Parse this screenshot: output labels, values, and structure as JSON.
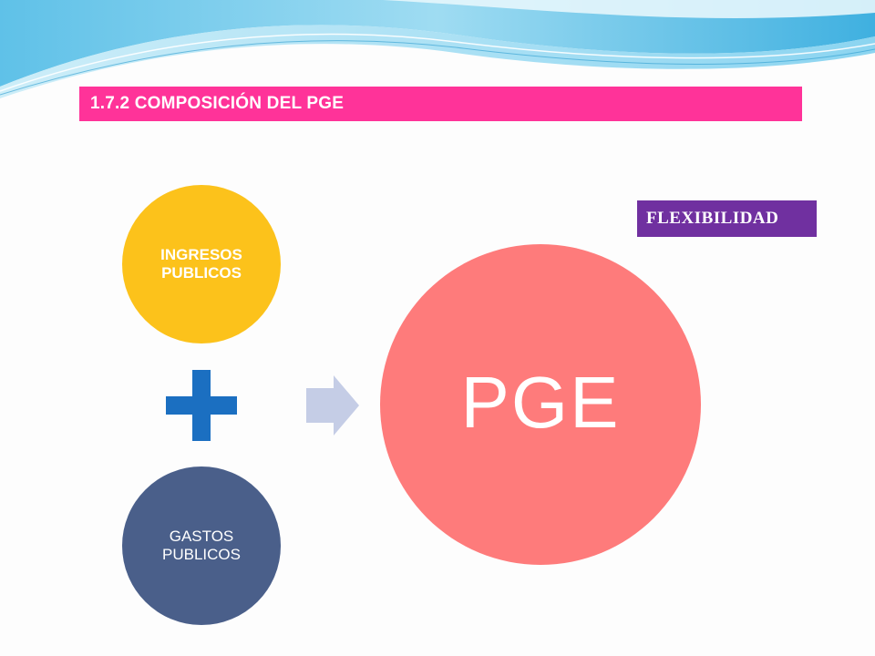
{
  "slide": {
    "title": "1.7.2 COMPOSICIÓN DEL PGE",
    "badge": "FLEXIBILIDAD"
  },
  "diagram": {
    "ingresos": "INGRESOS\nPUBLICOS",
    "gastos": "GASTOS\nPUBLICOS",
    "result": "PGE",
    "operator_icon": "plus-icon",
    "flow_icon": "arrow-right-icon"
  },
  "colors": {
    "title_bar": "#ff3399",
    "badge": "#7030a0",
    "ingresos": "#fcc21b",
    "gastos": "#4a5f8a",
    "pge": "#fe7b7b",
    "plus": "#1b6fc1",
    "arrow": "#c5cde6"
  }
}
